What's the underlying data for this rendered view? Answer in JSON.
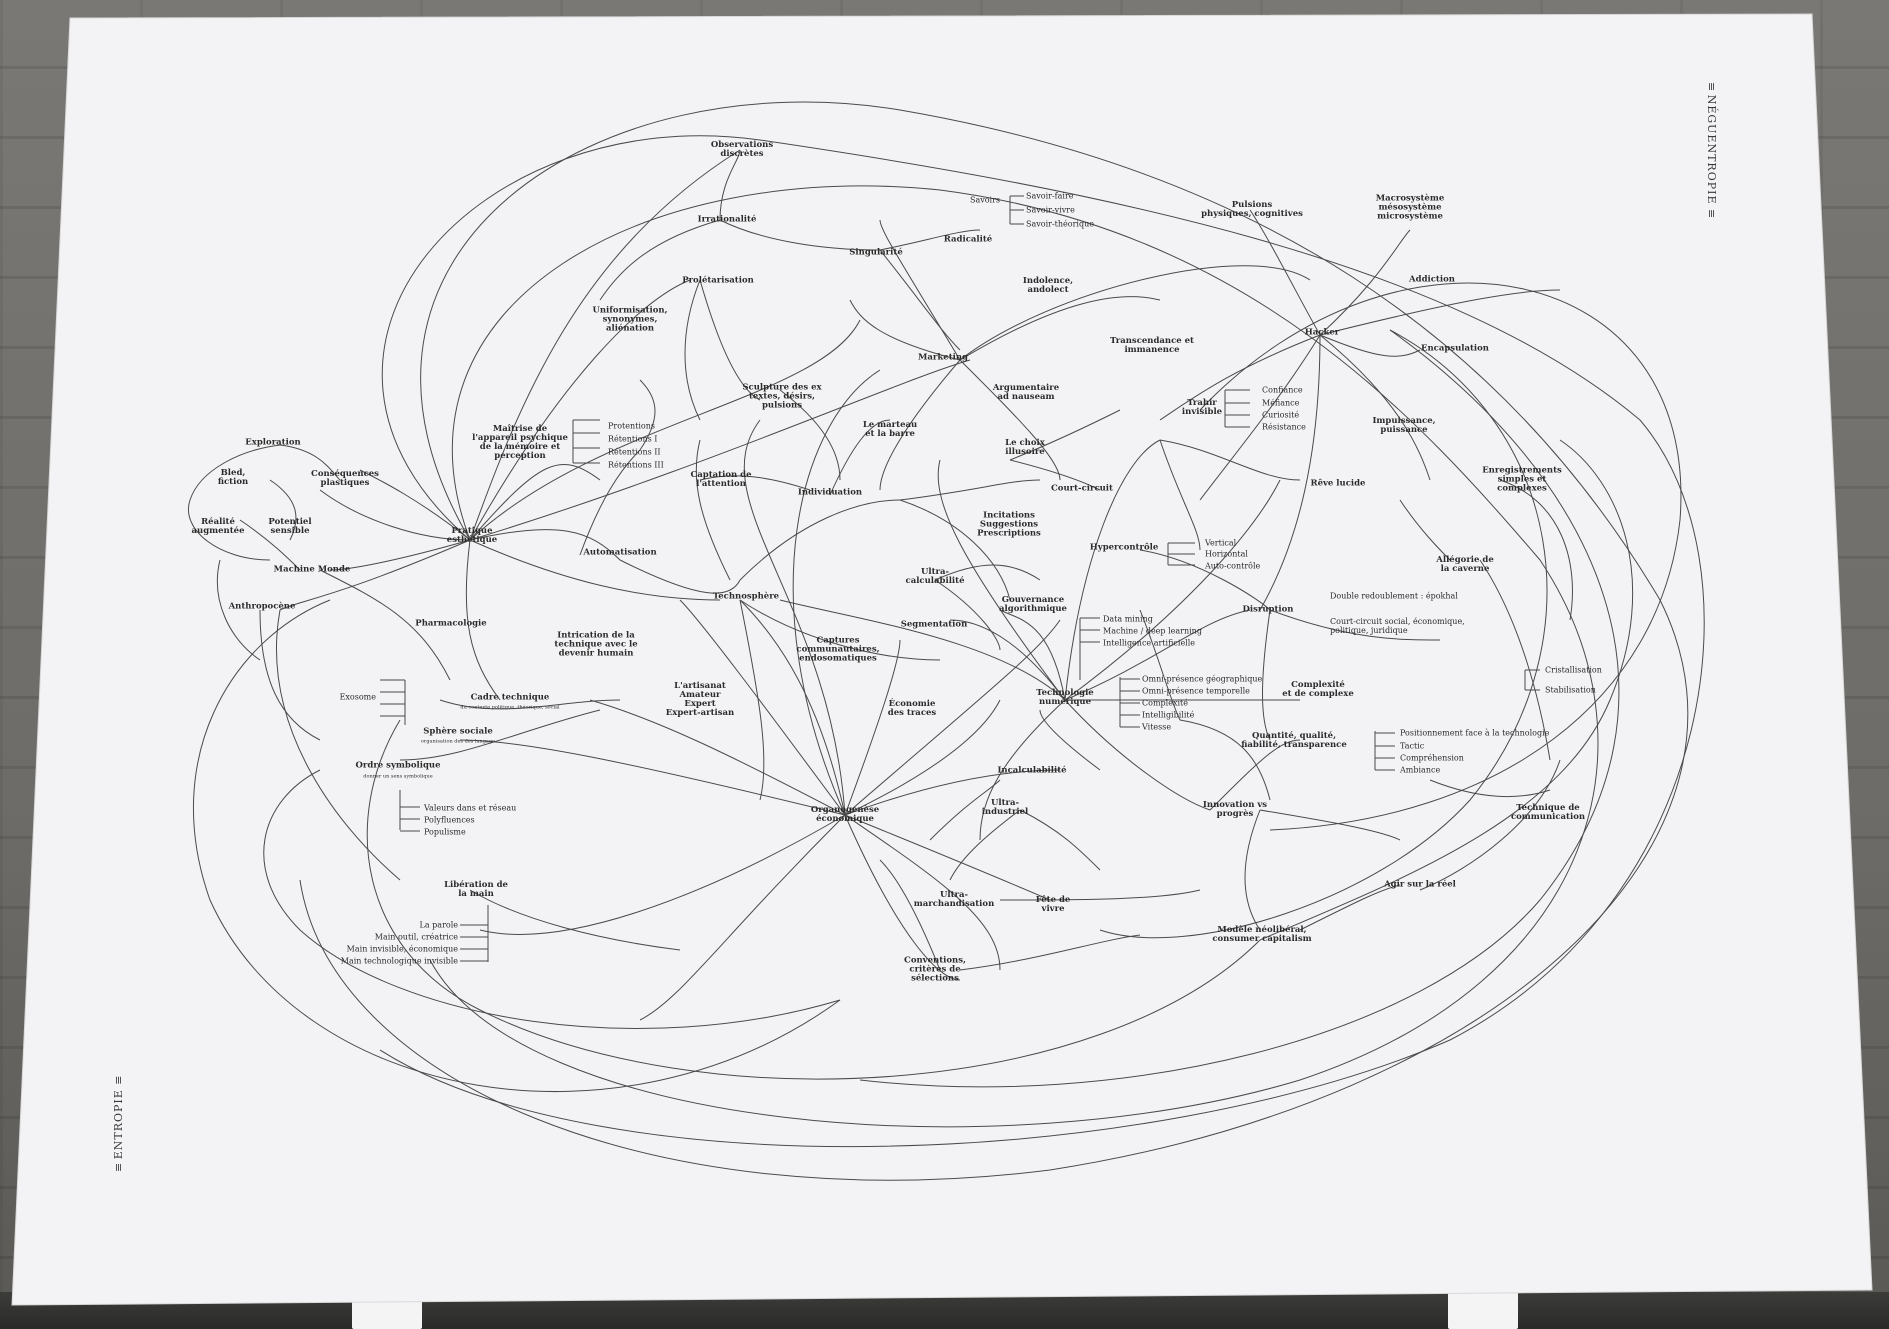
{
  "labels": {
    "entropie": "ENTROPIE",
    "neguentropie": "NÉGUENTROPIE"
  },
  "nodes": [
    {
      "id": "observations",
      "text": "Observations\ndiscrètes"
    },
    {
      "id": "irrationalite",
      "text": "Irrationalité"
    },
    {
      "id": "savoirs",
      "text": "Savoirs"
    },
    {
      "id": "savoir-faire",
      "text": "Savoir-faire"
    },
    {
      "id": "savoir-vivre",
      "text": "Savoir-vivre"
    },
    {
      "id": "savoir-theorique",
      "text": "Savoir-théorique"
    },
    {
      "id": "pulsions",
      "text": "Pulsions\nphysiques, cognitives"
    },
    {
      "id": "macro",
      "text": "Macrosystème\nmésosystème\nmicrosystème"
    },
    {
      "id": "singularite",
      "text": "Singularité"
    },
    {
      "id": "radicalite",
      "text": "Radicalité"
    },
    {
      "id": "addiction",
      "text": "Addiction"
    },
    {
      "id": "proletarisation",
      "text": "Prolétarisation"
    },
    {
      "id": "indolence",
      "text": "Indolence,\nandolect"
    },
    {
      "id": "uniformisation",
      "text": "Uniformisation,\nsynonymes,\naliénation"
    },
    {
      "id": "hacker",
      "text": "Hacker"
    },
    {
      "id": "transcendance",
      "text": "Transcendance et\nimmanence"
    },
    {
      "id": "encapsulation",
      "text": "Encapsulation"
    },
    {
      "id": "marketing",
      "text": "Marketing"
    },
    {
      "id": "sculpture",
      "text": "Sculpture des ex\ntextes, désirs,\npulsions"
    },
    {
      "id": "argumentaire",
      "text": "Argumentaire\nad nauseam"
    },
    {
      "id": "trahir",
      "text": "Trahir\ninvisible"
    },
    {
      "id": "confiance",
      "text": "Confiance"
    },
    {
      "id": "mefiance",
      "text": "Méfiance"
    },
    {
      "id": "curiosite",
      "text": "Curiosité"
    },
    {
      "id": "resistance",
      "text": "Résistance"
    },
    {
      "id": "impuissance",
      "text": "Impuissance,\npuissance"
    },
    {
      "id": "maitrise",
      "text": "Maîtrise de\nl'appareil psychique\nde la mémoire et\nperception"
    },
    {
      "id": "protentions",
      "text": "Protentions"
    },
    {
      "id": "retentions1",
      "text": "Rétentions I"
    },
    {
      "id": "retentions2",
      "text": "Rétentions II"
    },
    {
      "id": "retentions3",
      "text": "Rétentions III"
    },
    {
      "id": "marteau",
      "text": "Le marteau\net la barre"
    },
    {
      "id": "choix",
      "text": "Le choix\nillusoire"
    },
    {
      "id": "enregistrements",
      "text": "Enregistrements\nsimples et\ncomplexes"
    },
    {
      "id": "exploration",
      "text": "Exploration"
    },
    {
      "id": "bled",
      "text": "Bled,\nfiction"
    },
    {
      "id": "consequences",
      "text": "Conséquences\nplastiques"
    },
    {
      "id": "realite",
      "text": "Réalité\naugmentée"
    },
    {
      "id": "potentiel",
      "text": "Potentiel\nsensible"
    },
    {
      "id": "pratique",
      "text": "Pratique\nesthétique"
    },
    {
      "id": "captation",
      "text": "Captation de\nl'attention"
    },
    {
      "id": "individuation",
      "text": "Individuation"
    },
    {
      "id": "court-circuit",
      "text": "Court-circuit"
    },
    {
      "id": "reve",
      "text": "Rêve lucide"
    },
    {
      "id": "incitations",
      "text": "Incitations\nSuggestions\nPrescriptions"
    },
    {
      "id": "automatisation",
      "text": "Automatisation"
    },
    {
      "id": "hypercontrole",
      "text": "Hypercontrôle"
    },
    {
      "id": "vertical",
      "text": "Vertical"
    },
    {
      "id": "horizontal",
      "text": "Horizontal"
    },
    {
      "id": "auto-controle",
      "text": "Auto-contrôle"
    },
    {
      "id": "allegorie",
      "text": "Allégorie de\nla caverne"
    },
    {
      "id": "machine",
      "text": "Machine Monde"
    },
    {
      "id": "ultra-calc",
      "text": "Ultra-\ncalculabilité"
    },
    {
      "id": "anthropocene",
      "text": "Anthropocène"
    },
    {
      "id": "technosphere",
      "text": "Technosphère"
    },
    {
      "id": "gouvernance",
      "text": "Gouvernance\nalgorithmique"
    },
    {
      "id": "disruption",
      "text": "Disruption"
    },
    {
      "id": "double",
      "text": "Double redoublement : épokhal"
    },
    {
      "id": "court-social",
      "text": "Court-circuit social, économique,\npolitique, juridique"
    },
    {
      "id": "pharmacologie",
      "text": "Pharmacologie"
    },
    {
      "id": "segmentation",
      "text": "Segmentation"
    },
    {
      "id": "data-mining",
      "text": "Data mining"
    },
    {
      "id": "machine-learning",
      "text": "Machine / deep learning"
    },
    {
      "id": "intelligence",
      "text": "Intelligence artificielle"
    },
    {
      "id": "intrication",
      "text": "Intrication de la\ntechnique avec le\ndevenir humain"
    },
    {
      "id": "captures",
      "text": "Captures\ncommunautaires,\nendosomatiques"
    },
    {
      "id": "exosome",
      "text": "Exosome"
    },
    {
      "id": "artisanat",
      "text": "L'artisanat\nAmateur\nExpert\nExpert-artisan"
    },
    {
      "id": "cadre",
      "text": "Cadre technique"
    },
    {
      "id": "cadre-sub",
      "text": "du contexte politique, théorique, social"
    },
    {
      "id": "economie",
      "text": "Économie\ndes traces"
    },
    {
      "id": "technologie",
      "text": "Technologie\nnumérique"
    },
    {
      "id": "omni1",
      "text": "Omni-présence géographique"
    },
    {
      "id": "omni2",
      "text": "Omni-présence temporelle"
    },
    {
      "id": "complexite",
      "text": "Complexité"
    },
    {
      "id": "intelligibilite",
      "text": "Intelligibilité"
    },
    {
      "id": "vitesse",
      "text": "Vitesse"
    },
    {
      "id": "complexite2",
      "text": "Complexité\net de complexe"
    },
    {
      "id": "cristallisation",
      "text": "Cristallisation"
    },
    {
      "id": "stabilisation",
      "text": "Stabilisation"
    },
    {
      "id": "sphere",
      "text": "Sphère sociale"
    },
    {
      "id": "sphere-sub",
      "text": "organisation des des langage"
    },
    {
      "id": "quantite",
      "text": "Quantité, qualité,\nfiabilité, transparence"
    },
    {
      "id": "positionnement",
      "text": "Positionnement face à la technologie"
    },
    {
      "id": "tactic",
      "text": "Tactic"
    },
    {
      "id": "comprehension",
      "text": "Compréhension"
    },
    {
      "id": "ambiance",
      "text": "Ambiance"
    },
    {
      "id": "ordre",
      "text": "Ordre symbolique"
    },
    {
      "id": "ordre-sub",
      "text": "donner un sens symbolique"
    },
    {
      "id": "incalculabilite",
      "text": "Incalculabilité"
    },
    {
      "id": "organogenese",
      "text": "Organogenèse\néconomique"
    },
    {
      "id": "ultra-ind",
      "text": "Ultra-\nindustriel"
    },
    {
      "id": "innovation",
      "text": "Innovation vs\nprogrès"
    },
    {
      "id": "technique-com",
      "text": "Technique de\ncommunication"
    },
    {
      "id": "valeurs",
      "text": "Valeurs dans et réseau"
    },
    {
      "id": "polyfluences",
      "text": "Polyfluences"
    },
    {
      "id": "populisme",
      "text": "Populisme"
    },
    {
      "id": "liberation",
      "text": "Libération de\nla main"
    },
    {
      "id": "agir",
      "text": "Agir sur la réel"
    },
    {
      "id": "ultra-march",
      "text": "Ultra-\nmarchandisation"
    },
    {
      "id": "fete",
      "text": "Fête de\nvivre"
    },
    {
      "id": "la-parole",
      "text": "La parole"
    },
    {
      "id": "main-outil",
      "text": "Main outil, créatrice"
    },
    {
      "id": "main-invisible",
      "text": "Main invisible, économique"
    },
    {
      "id": "main-techno",
      "text": "Main technologique invisible"
    },
    {
      "id": "modele",
      "text": "Modèle néolibéral,\nconsumer capitalism"
    },
    {
      "id": "conventions",
      "text": "Conventions,\ncritères de\nsélections"
    }
  ],
  "colors": {
    "board": "#f3f3f5",
    "line": "#4a4a4a",
    "text": "#2b2b2b"
  }
}
